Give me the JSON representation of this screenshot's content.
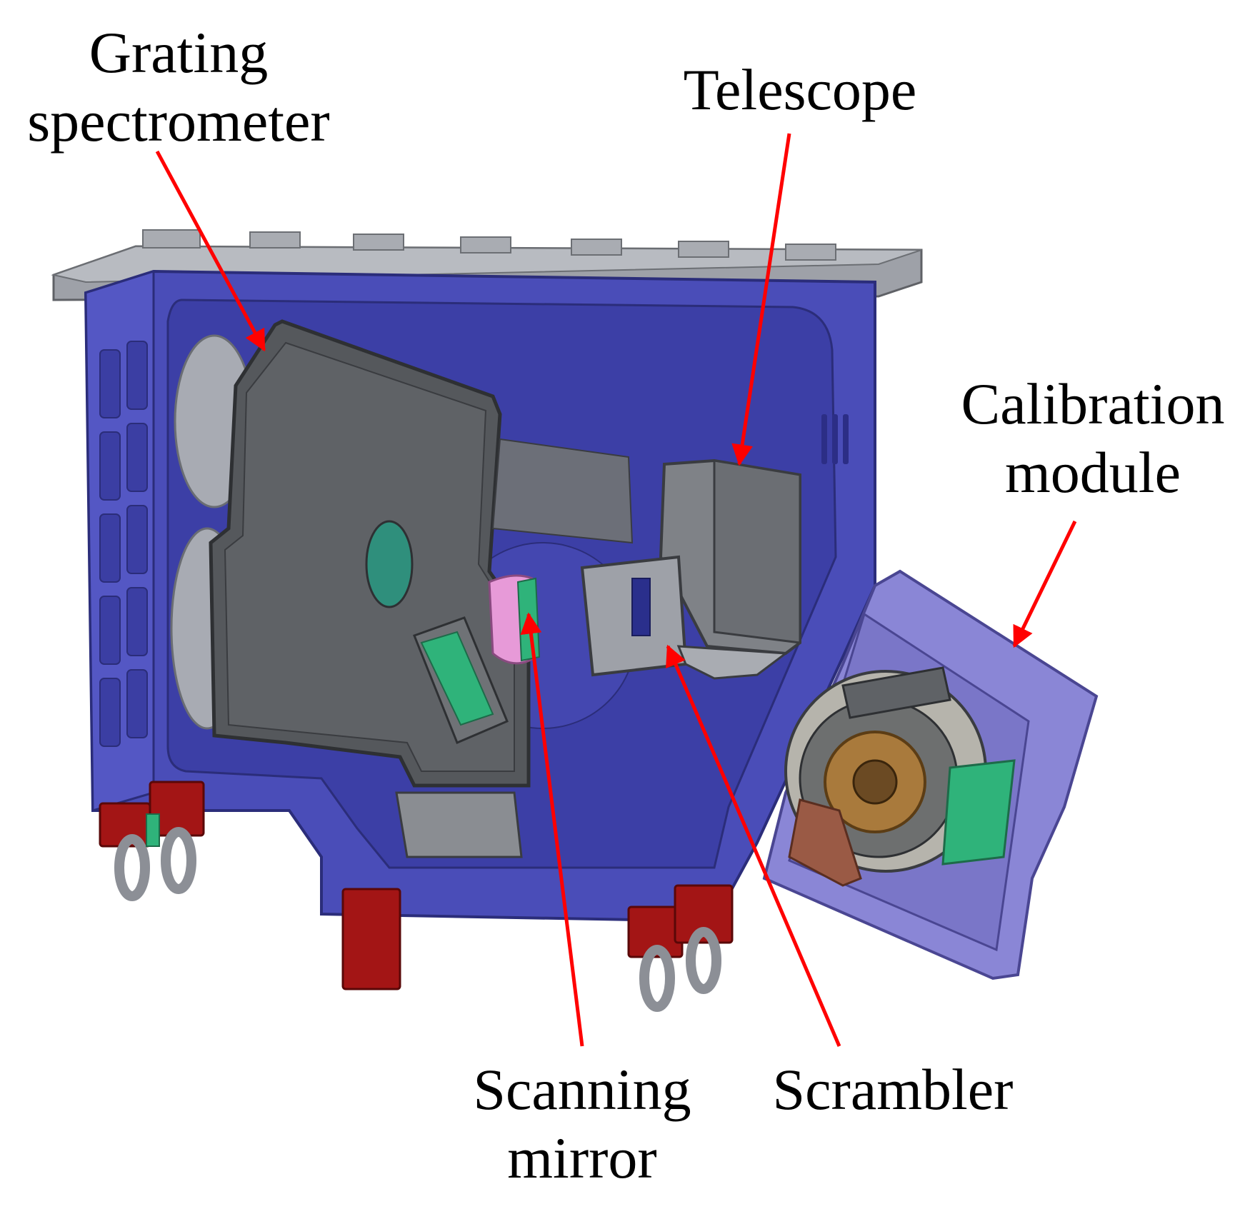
{
  "labels": {
    "grating_spectrometer": [
      "Grating",
      "spectrometer"
    ],
    "telescope": [
      "Telescope"
    ],
    "calibration_module": [
      "Calibration",
      "module"
    ],
    "scanning_mirror": [
      "Scanning",
      "mirror"
    ],
    "scrambler": [
      "Scrambler"
    ]
  },
  "colors": {
    "frame_blue": "#4a4db8",
    "frame_edge": "#2b2d7a",
    "inner_blue": "#3c3fa6",
    "lid_gray": "#9ea1a8",
    "spectrometer_gray": "#55585c",
    "module_gray": "#8a8d92",
    "calibration_purple": "#8a86d6",
    "foot_red": "#a31515",
    "arrow_red": "#ff0000",
    "accent_green": "#2fb37a",
    "accent_pink": "#e79ad8",
    "disc_bronze": "#a97a3c"
  },
  "icons": {
    "arrow": "red-callout-arrow"
  }
}
